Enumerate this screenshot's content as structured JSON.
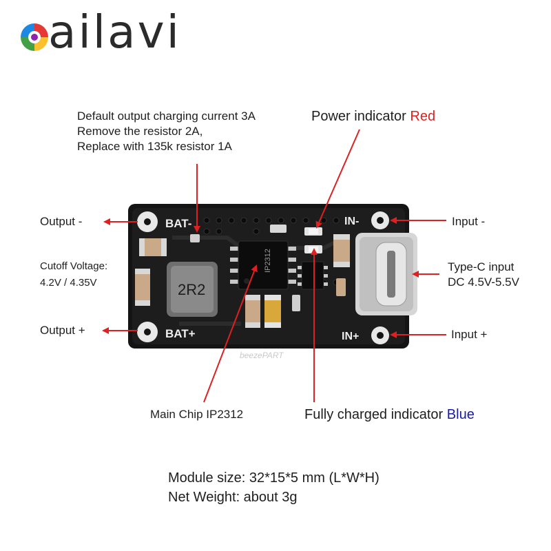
{
  "logo": {
    "brand": "ailavi",
    "colors": [
      "#e53935",
      "#fbc02d",
      "#43a047",
      "#1e88e5",
      "#8e24aa"
    ]
  },
  "annotations": {
    "charging_current": {
      "line1": "Default output charging current 3A",
      "line2": "Remove the resistor 2A,",
      "line3": "Replace with 135k resistor 1A"
    },
    "power_indicator": {
      "prefix": "Power indicator ",
      "color_word": "Red",
      "color": "#e02020"
    },
    "output_minus": "Output -",
    "output_plus": "Output +",
    "cutoff": {
      "line1": "Cutoff Voltage:",
      "line2": "4.2V / 4.35V"
    },
    "input_minus": "Input -",
    "input_plus": "Input +",
    "typec": {
      "line1": "Type-C input",
      "line2": "DC 4.5V-5.5V"
    },
    "main_chip": "Main Chip IP2312",
    "fully_charged": {
      "prefix": "Fully charged indicator ",
      "color_word": "Blue",
      "color": "#1a1aa8"
    }
  },
  "board": {
    "silkscreen": {
      "bat_minus": "BAT-",
      "bat_plus": "BAT+",
      "in_minus": "IN-",
      "in_plus": "IN+",
      "inductor": "2R2",
      "chip": "IP2312"
    },
    "watermark": "beezePART"
  },
  "specs": {
    "size": "Module size: 32*15*5 mm (L*W*H)",
    "weight": "Net Weight: about 3g"
  },
  "colors": {
    "arrow": "#e02020",
    "pcb": "#111111",
    "pad": "#e8e8e8"
  }
}
